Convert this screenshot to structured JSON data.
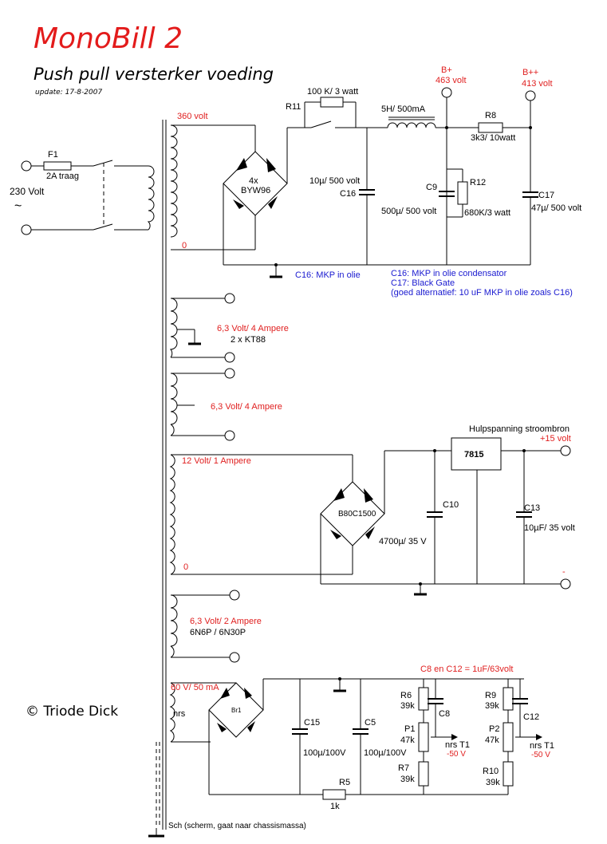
{
  "header": {
    "title": "MonoBill 2",
    "subtitle": "Push pull versterker voeding",
    "update": "update: 17-8-2007",
    "copyright": "© Triode Dick"
  },
  "mains": {
    "fuse": "F1",
    "fuse_rating": "2A traag",
    "voltage": "230 Volt",
    "ac_symbol": "~"
  },
  "hv": {
    "secondary": "360 volt",
    "zero": "0",
    "diodes": "4x",
    "diode_type": "BYW96",
    "r11": "R11",
    "r11_value": "100 K/ 3 watt",
    "choke": "5H/ 500mA",
    "c16": "C16",
    "c16_value": "10µ/ 500 volt",
    "c9": "C9",
    "c9_value": "500µ/ 500 volt",
    "r12": "R12",
    "r12_value": "680K/3 watt",
    "r8": "R8",
    "r8_value": "3k3/ 10watt",
    "c17": "C17",
    "c17_value": "47µ/ 500 volt",
    "bplus": "B+",
    "bplus_volt": "463 volt",
    "bplusplus": "B++",
    "bplusplus_volt": "413 volt",
    "note_ground": "C16:  MKP in olie",
    "notes": [
      "C16:  MKP in olie condensator",
      "C17:  Black Gate",
      "(goed alternatief: 10 uF MKP in olie zoals C16)"
    ]
  },
  "heater1": {
    "label": "6,3 Volt/ 4 Ampere",
    "tubes": "2 x KT88"
  },
  "heater2": {
    "label": "6,3 Volt/ 4 Ampere"
  },
  "aux": {
    "title": "Hulpspanning stroombron",
    "voltage": "+15 volt",
    "winding": "12 Volt/ 1 Ampere",
    "zero": "0",
    "bridge": "B80C1500",
    "c10": "C10",
    "c10_value": "4700µ/ 35 V",
    "regulator": "7815",
    "c13": "C13",
    "c13_value": "10µF/ 35 volt",
    "minus": "-"
  },
  "heater3": {
    "label": "6,3 Volt/ 2 Ampere",
    "tubes": "6N6P / 6N30P"
  },
  "neg": {
    "winding": "60 V/ 50 mA",
    "nrs": "nrs",
    "br1": "Br1",
    "c15": "C15",
    "c15_value": "100µ/100V",
    "c5": "C5",
    "c5_value": "100µ/100V",
    "r5": "R5",
    "r5_value": "1k",
    "c8c12_note": "C8 en C12 = 1uF/63volt",
    "r6": "R6",
    "r6_value": "39k",
    "c8": "C8",
    "p1": "P1",
    "p1_value": "47k",
    "nrs_t1": "nrs T1",
    "out_v": "-50 V",
    "r7": "R7",
    "r7_value": "39k",
    "r9": "R9",
    "r9_value": "39k",
    "c12": "C12",
    "p2": "P2",
    "p2_value": "47k",
    "r10": "R10",
    "r10_value": "39k"
  },
  "shield": "Sch (scherm, gaat naar chassismassa)"
}
